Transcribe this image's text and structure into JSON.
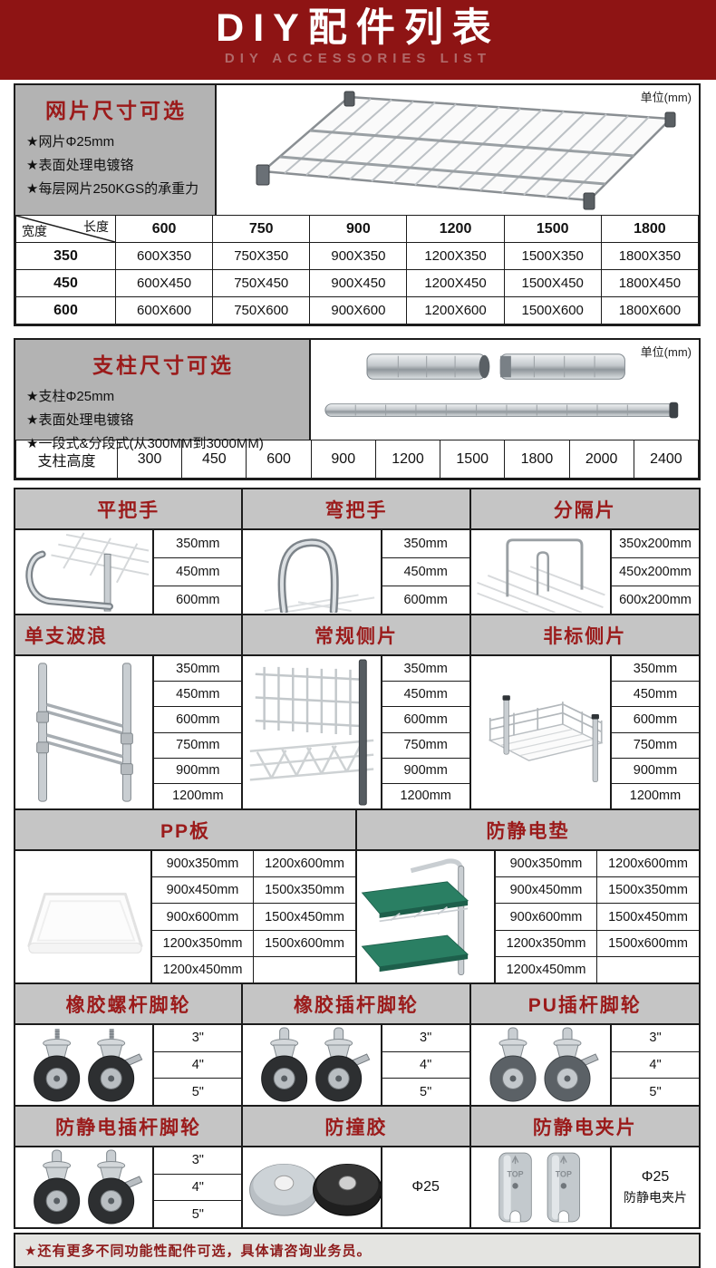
{
  "colors": {
    "header_bg": "#8e1414",
    "accent_red": "#9b1b1b",
    "panel_gray": "#b3b3b3",
    "grid_head_gray": "#c5c5c5",
    "esd_green": "#2a7f63",
    "footer_bg": "#e4e4e1"
  },
  "header": {
    "title": "DIY配件列表",
    "subtitle": "DIY ACCESSORIES LIST"
  },
  "mesh_section": {
    "unit": "单位(mm)",
    "title": "网片尺寸可选",
    "bullets": [
      "★网片Φ25mm",
      "★表面处理电镀铬",
      "★每层网片250KGS的承重力"
    ],
    "image": "wire-shelf",
    "table": {
      "corner_top": "长度",
      "corner_bottom": "宽度",
      "columns": [
        "600",
        "750",
        "900",
        "1200",
        "1500",
        "1800"
      ],
      "rows": [
        {
          "label": "350",
          "cells": [
            "600X350",
            "750X350",
            "900X350",
            "1200X350",
            "1500X350",
            "1800X350"
          ]
        },
        {
          "label": "450",
          "cells": [
            "600X450",
            "750X450",
            "900X450",
            "1200X450",
            "1500X450",
            "1800X450"
          ]
        },
        {
          "label": "600",
          "cells": [
            "600X600",
            "750X600",
            "900X600",
            "1200X600",
            "1500X600",
            "1800X600"
          ]
        }
      ]
    }
  },
  "post_section": {
    "unit": "单位(mm)",
    "title": "支柱尺寸可选",
    "bullets": [
      "★支柱Φ25mm",
      "★表面处理电镀铬",
      "★一段式&分段式(从300MM到3000MM)"
    ],
    "image": "chrome-posts",
    "height_label": "支柱高度",
    "heights": [
      "300",
      "450",
      "600",
      "900",
      "1200",
      "1500",
      "1800",
      "2000",
      "2400"
    ]
  },
  "accessories": {
    "row1": [
      {
        "title": "平把手",
        "icon": "flat-handle",
        "sizes": [
          "350mm",
          "450mm",
          "600mm"
        ]
      },
      {
        "title": "弯把手",
        "icon": "curved-handle",
        "sizes": [
          "350mm",
          "450mm",
          "600mm"
        ]
      },
      {
        "title": "分隔片",
        "icon": "divider-panel",
        "sizes": [
          "350x200mm",
          "450x200mm",
          "600x200mm"
        ]
      }
    ],
    "row2": [
      {
        "title": "单支波浪",
        "icon": "single-wave-frame",
        "sizes": [
          "350mm",
          "450mm",
          "600mm",
          "750mm",
          "900mm",
          "1200mm"
        ]
      },
      {
        "title": "常规侧片",
        "icon": "standard-side-panel",
        "sizes": [
          "350mm",
          "450mm",
          "600mm",
          "750mm",
          "900mm",
          "1200mm"
        ]
      },
      {
        "title": "非标侧片",
        "icon": "custom-side-panel",
        "sizes": [
          "350mm",
          "450mm",
          "600mm",
          "750mm",
          "900mm",
          "1200mm"
        ]
      }
    ],
    "row3": [
      {
        "title": "PP板",
        "icon": "pp-board",
        "sizes_left": [
          "900x350mm",
          "900x450mm",
          "900x600mm",
          "1200x350mm",
          "1200x450mm"
        ],
        "sizes_right": [
          "1200x600mm",
          "1500x350mm",
          "1500x450mm",
          "1500x600mm",
          ""
        ]
      },
      {
        "title": "防静电垫",
        "icon": "esd-mat",
        "sizes_left": [
          "900x350mm",
          "900x450mm",
          "900x600mm",
          "1200x350mm",
          "1200x450mm"
        ],
        "sizes_right": [
          "1200x600mm",
          "1500x350mm",
          "1500x450mm",
          "1500x600mm",
          ""
        ]
      }
    ],
    "row4": [
      {
        "title": "橡胶螺杆脚轮",
        "icon": "rubber-screw-caster",
        "sizes": [
          "3\"",
          "4\"",
          "5\""
        ]
      },
      {
        "title": "橡胶插杆脚轮",
        "icon": "rubber-stem-caster",
        "sizes": [
          "3\"",
          "4\"",
          "5\""
        ]
      },
      {
        "title": "PU插杆脚轮",
        "icon": "pu-stem-caster",
        "sizes": [
          "3\"",
          "4\"",
          "5\""
        ]
      }
    ],
    "row5": [
      {
        "title": "防静电插杆脚轮",
        "icon": "esd-stem-caster",
        "sizes": [
          "3\"",
          "4\"",
          "5\""
        ]
      },
      {
        "title": "防撞胶",
        "icon": "bumper-rubber",
        "label": "Φ25"
      },
      {
        "title": "防静电夹片",
        "icon": "esd-clip",
        "label": "Φ25",
        "label2": "防静电夹片",
        "badge": "TOP"
      }
    ]
  },
  "footer": {
    "note": "★还有更多不同功能性配件可选，具体请咨询业务员。"
  }
}
